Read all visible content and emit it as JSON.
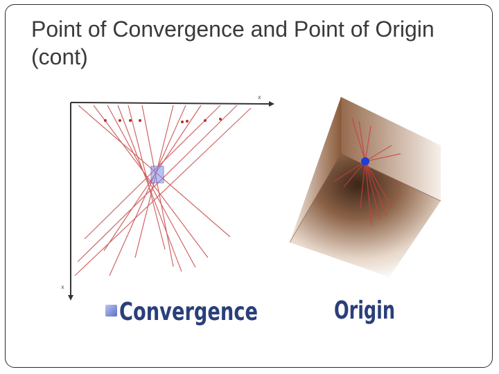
{
  "slide": {
    "title": "Point of Convergence and Point of Origin (cont)"
  },
  "figures": {
    "convergence": {
      "caption": "Convergence",
      "axis_x_label": "x",
      "axis_y_label": "x"
    },
    "origin": {
      "caption": "Origin"
    }
  },
  "colors": {
    "line": "#c03b3b",
    "point": "#1f3fd6",
    "caption": "#2a3f7a",
    "axis": "#333333"
  }
}
